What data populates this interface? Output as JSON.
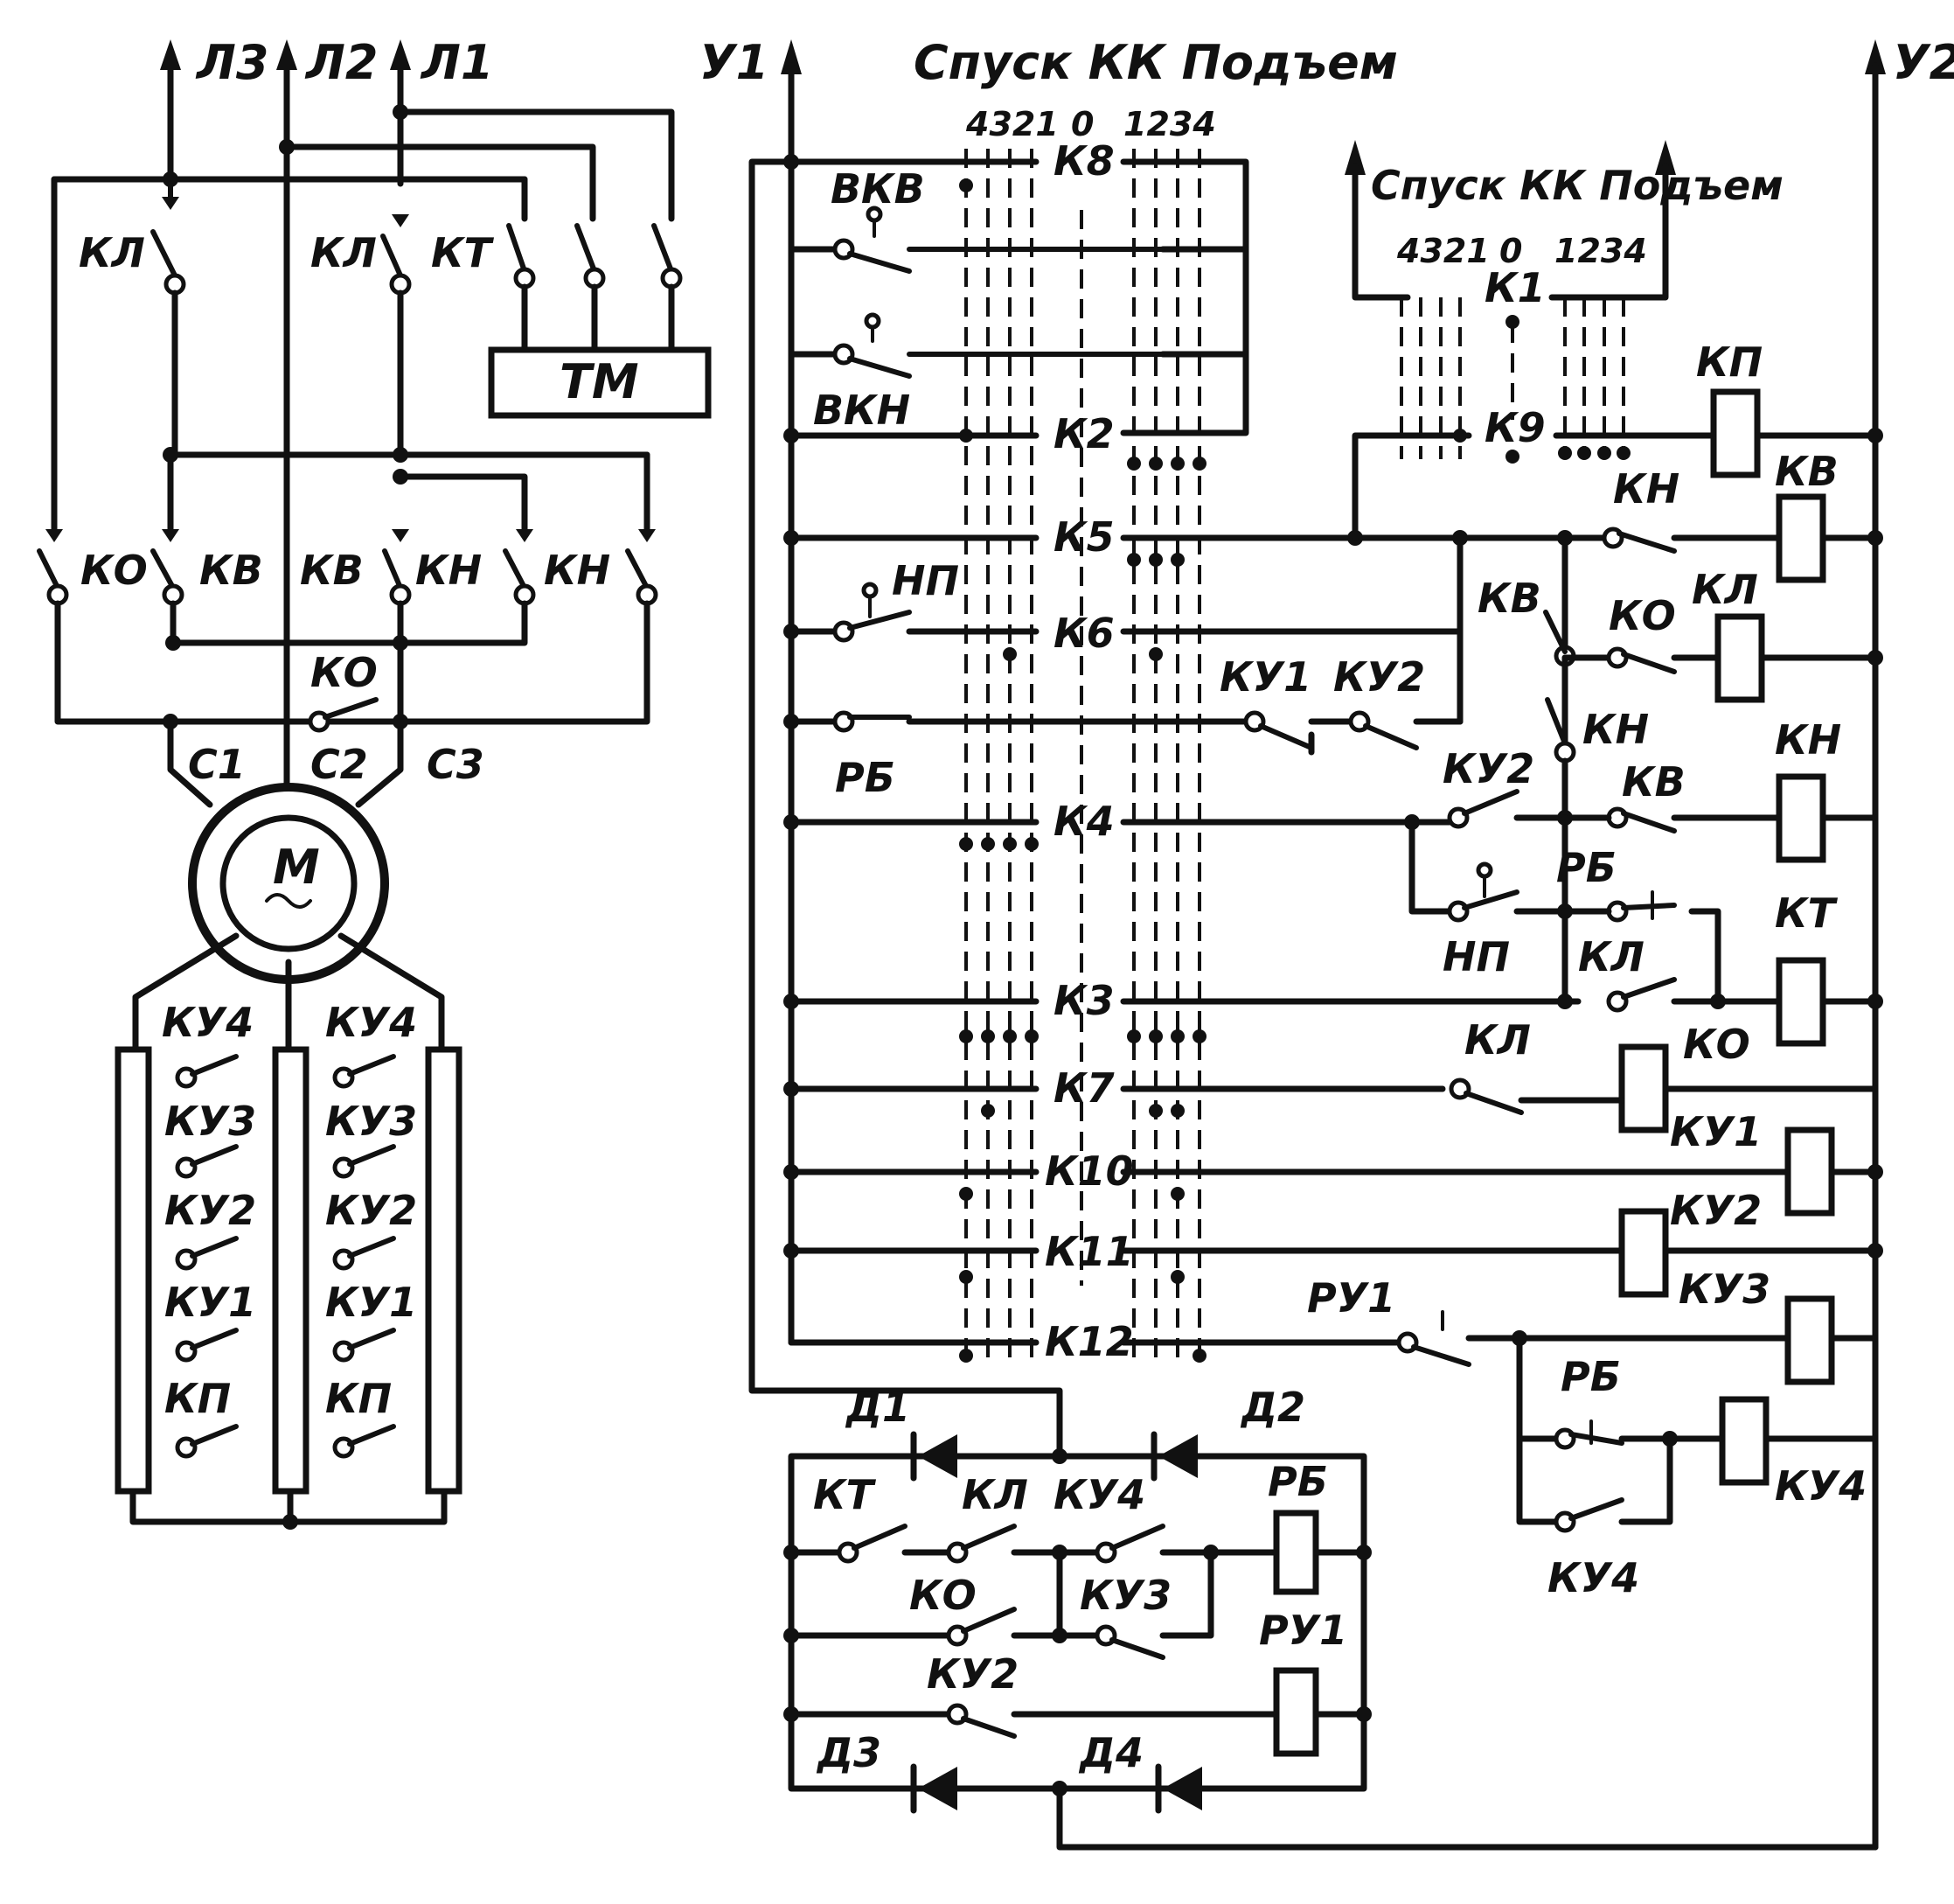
{
  "lines": {
    "l1": "Л1",
    "l2": "Л2",
    "l3": "Л3"
  },
  "supply": {
    "u1": "У1",
    "u2": "У2"
  },
  "controller_title": "Спуск КК Подъем",
  "controller_small_title": "Спуск КК Подъем",
  "positions": {
    "left": "4321",
    "zero": "0",
    "right": "1234"
  },
  "contacts_main": [
    "К8",
    "К2",
    "К5",
    "К6",
    "К4",
    "К3",
    "К7",
    "К10",
    "К11",
    "К12"
  ],
  "contacts_small": {
    "k1": "К1",
    "k9": "К9"
  },
  "power": {
    "kl": "КЛ",
    "kl2": "КЛ",
    "kt": "КТ",
    "tm": "ТМ",
    "ko": "КО",
    "kv": "КВ",
    "kv2": "КВ",
    "kn": "КН",
    "kn2": "КН",
    "ko2": "КО",
    "c1": "С1",
    "c2": "С2",
    "c3": "С3",
    "motor": "M"
  },
  "rotor": {
    "ku4": "КУ4",
    "ku3": "КУ3",
    "ku2": "КУ2",
    "ku1": "КУ1",
    "kp": "КП"
  },
  "limits": {
    "vkv": "ВКВ",
    "vkn": "ВКН",
    "np": "НП",
    "rb": "РБ"
  },
  "coils": {
    "kp": "КП",
    "kv": "КВ",
    "kl": "КЛ",
    "kn": "КН",
    "kt": "КТ",
    "ku1": "КУ1",
    "ku2": "КУ2",
    "ku3": "КУ3",
    "ku4": "КУ4"
  },
  "aux": {
    "kn_a": "КН",
    "kv_a": "КВ",
    "ko_a": "КО",
    "kn_b": "КН",
    "kv_b": "КВ",
    "ku1_a": "КУ1",
    "ku2_a": "КУ2",
    "ku2_b": "КУ2",
    "rb_a": "РБ",
    "np_a": "НП",
    "kl_a": "КЛ",
    "kl_b": "КЛ",
    "ko_b": "КО",
    "ru1_a": "РУ1",
    "rb_b": "РБ",
    "ku4_a": "КУ4"
  },
  "bottom": {
    "d1": "Д1",
    "d2": "Д2",
    "d3": "Д3",
    "d4": "Д4",
    "kt": "КТ",
    "kl": "КЛ",
    "ku4": "КУ4",
    "rb": "РБ",
    "ko": "КО",
    "ku3": "КУ3",
    "ru1": "РУ1",
    "ku2": "КУ2"
  }
}
